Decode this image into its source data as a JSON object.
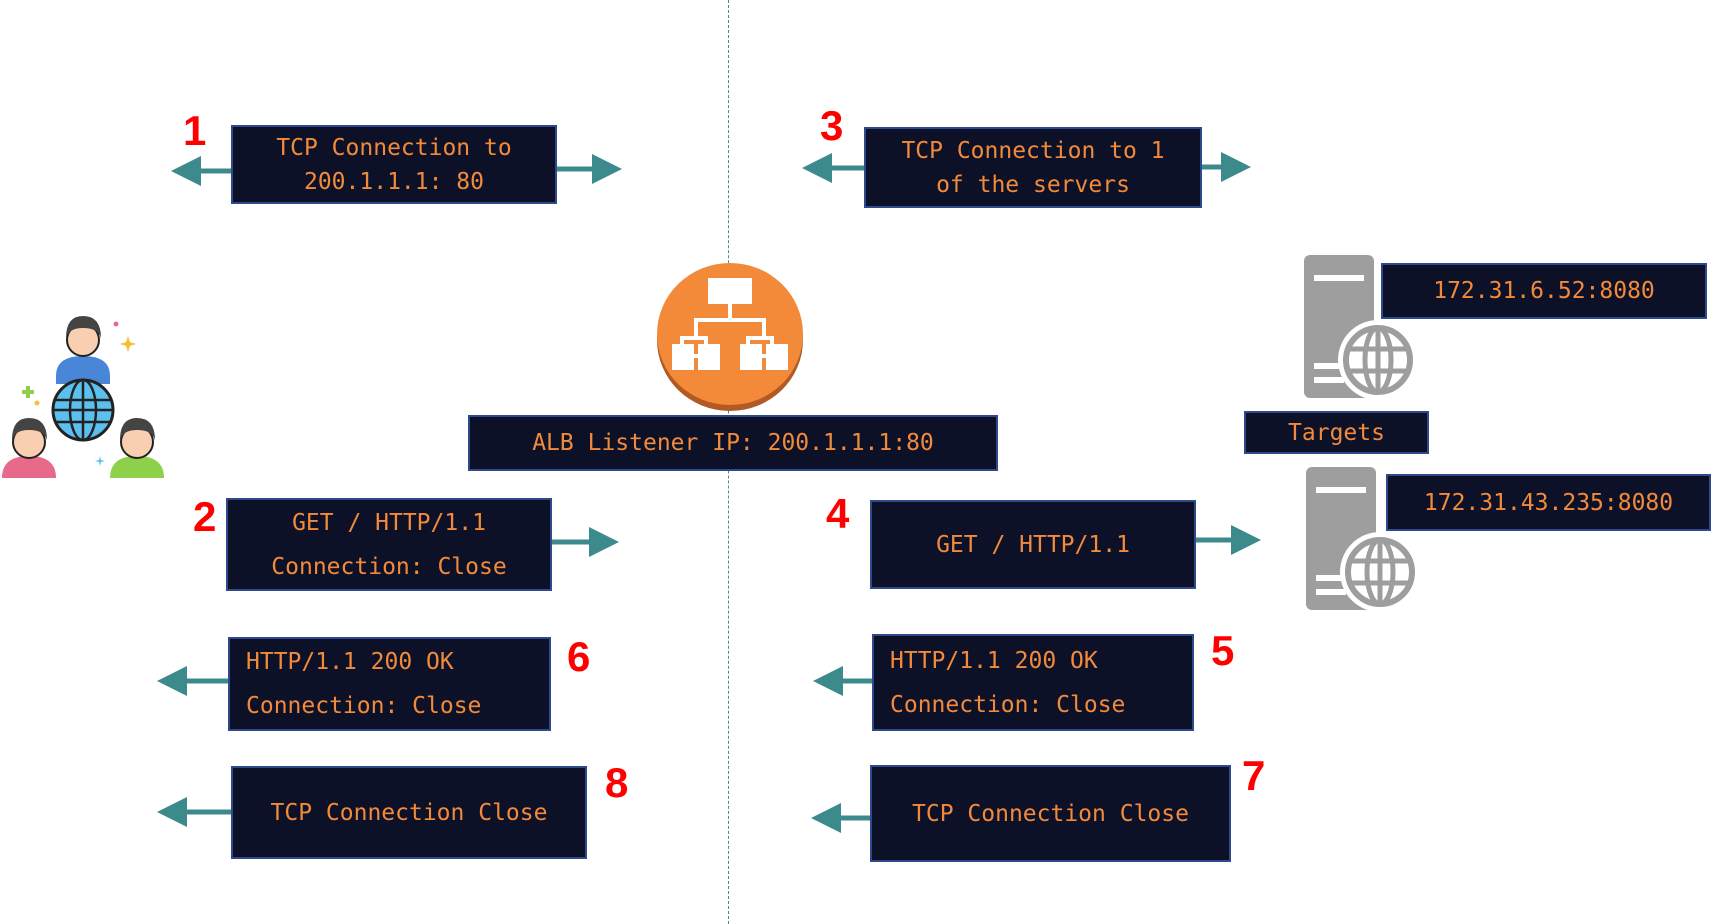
{
  "colors": {
    "box_bg": "#0d1128",
    "box_border": "#2e4a8c",
    "text": "#f28a3a",
    "step_number": "#ff0000",
    "arrow": "#3d8a8c",
    "alb": "#f28a3a",
    "server": "#9e9e9e"
  },
  "alb": {
    "icon": "load-balancer-icon",
    "label": "ALB Listener IP: 200.1.1.1:80"
  },
  "clients": {
    "icon": "users-globe-icon"
  },
  "targets": {
    "label": "Targets",
    "servers": [
      {
        "icon": "web-server-icon",
        "address": "172.31.6.52:8080"
      },
      {
        "icon": "web-server-icon",
        "address": "172.31.43.235:8080"
      }
    ]
  },
  "steps": [
    {
      "number": "1",
      "lines": [
        "TCP Connection to",
        "200.1.1.1: 80"
      ]
    },
    {
      "number": "2",
      "lines": [
        "GET / HTTP/1.1",
        "Connection: Close"
      ]
    },
    {
      "number": "3",
      "lines": [
        "TCP Connection to 1",
        "of the servers"
      ]
    },
    {
      "number": "4",
      "lines": [
        "GET / HTTP/1.1"
      ]
    },
    {
      "number": "5",
      "lines": [
        "HTTP/1.1 200 OK",
        "Connection: Close"
      ]
    },
    {
      "number": "6",
      "lines": [
        "HTTP/1.1 200 OK",
        "Connection: Close"
      ]
    },
    {
      "number": "7",
      "lines": [
        "TCP Connection Close"
      ]
    },
    {
      "number": "8",
      "lines": [
        "TCP Connection Close"
      ]
    }
  ]
}
